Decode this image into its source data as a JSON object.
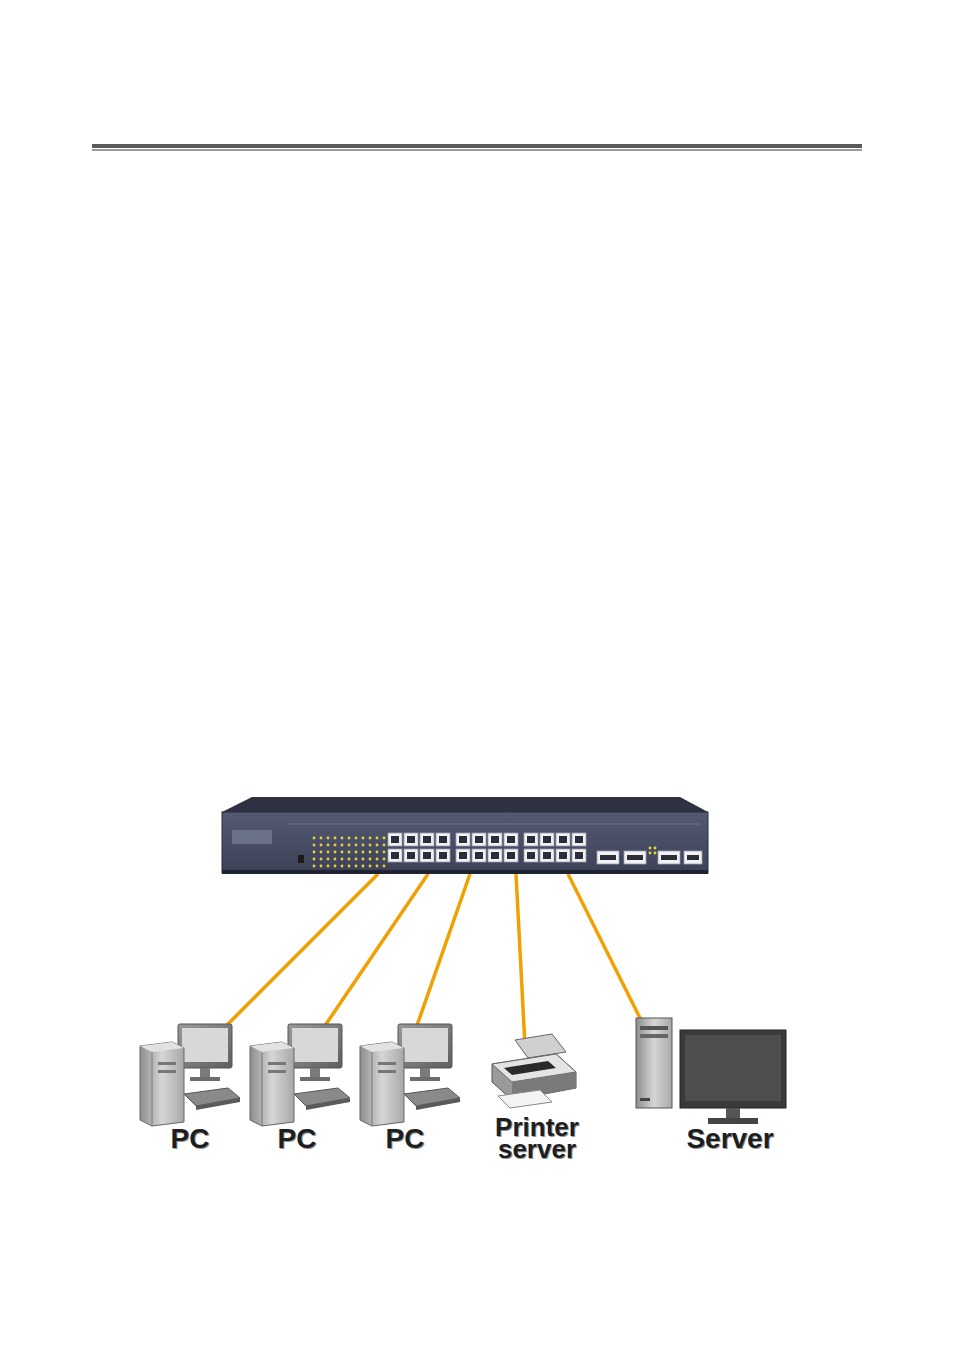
{
  "diagram": {
    "nodes": [
      {
        "text": [
          "PC"
        ]
      },
      {
        "text": [
          "PC"
        ]
      },
      {
        "text": [
          "PC"
        ]
      },
      {
        "text": [
          "Printer server"
        ]
      },
      {
        "text": [
          "Server"
        ]
      }
    ]
  }
}
